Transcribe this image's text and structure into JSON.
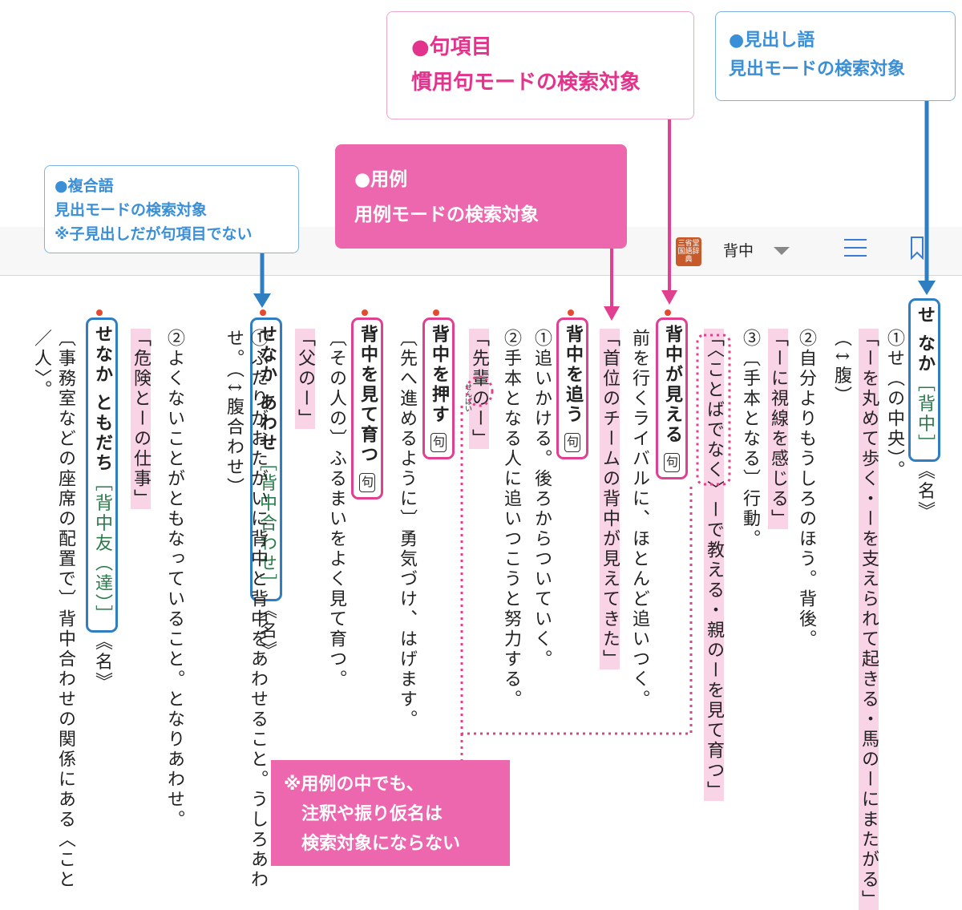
{
  "toolbar": {
    "app_icon_text": "三省堂 国語辞典",
    "headword": "背中"
  },
  "callouts": {
    "fukugougo": {
      "line1": "●複合語",
      "line2": "見出モードの検索対象",
      "line3": "※子見出しだが句項目でない"
    },
    "youreimode": {
      "line1": "●用例",
      "line2": "用例モードの検索対象"
    },
    "kukoumoku": {
      "line1": "●句項目",
      "line2": "慣用句モードの検索対象"
    },
    "midashigo": {
      "line1": "●見出し語",
      "line2": "見出モードの検索対象"
    },
    "note": {
      "line1": "※用例の中でも、",
      "line2": "注釈や振り仮名は",
      "line3": "検索対象にならない"
    }
  },
  "entry": {
    "c1_head": "せ なか",
    "c1_kanji": "［背中］",
    "c1_pos": "《名》",
    "c2_a": "①せ（の中央）。",
    "c2_ex": "「ーを丸めて歩く・ーを支えられて起きる・馬のーにまたがる」",
    "c3": "（↕腹）",
    "c4": "②自分よりもうしろのほう。背後。",
    "c5_ex": "「ーに視線を感じる」",
    "c6": "③〔手本となる〕行動。",
    "c7_ex": "「〈ことばでなく〉ーで教える・親のーを見て育つ」",
    "c8_head": "背中が見える",
    "c8_ku": "句",
    "c9": "前を行くライバルに、ほとんど追いつく。",
    "c10_ex": "「首位のチームの背中が見えてきた」",
    "c11_head": "背中を追う",
    "c11_ku": "句",
    "c12": "①追いかける。後ろからついていく。",
    "c13": "②手本となる人に追いつこうと努力する。",
    "c14_ex": "「先輩のー」",
    "c14_ruby": "せんぱい",
    "c15_head": "背中を押す",
    "c15_ku": "句",
    "c16": "〔先へ進めるように〕勇気づけ、はげます。",
    "c17_head": "背中を見て育つ",
    "c17_ku": "句",
    "c18": "〔その人の〕ふるまいをよく見て育つ。",
    "c19_ex": "「父のー」",
    "c20_head": "せなか あわせ",
    "c20_kanji": "［背中合わせ］",
    "c20_pos": "《名》",
    "c21": "①ふたりがおたがいに背中と背中をあわせること。うしろあわせ。（↕腹合わせ）",
    "c22": "②よくないことがともなっていること。となりあわせ。",
    "c23_ex": "「危険とーの仕事」",
    "c24_head": "せなか ともだち",
    "c24_kanji": "［背中友（達）］",
    "c24_pos": "《名》",
    "c25": "〔事務室などの座席の配置で〕背中合わせの関係にある〈こと／人〉。"
  },
  "colors": {
    "blue": "#2f7ec2",
    "pink": "#e0408f",
    "pink_fill": "#ec67ae",
    "pink_bg": "#f9d3e6"
  }
}
